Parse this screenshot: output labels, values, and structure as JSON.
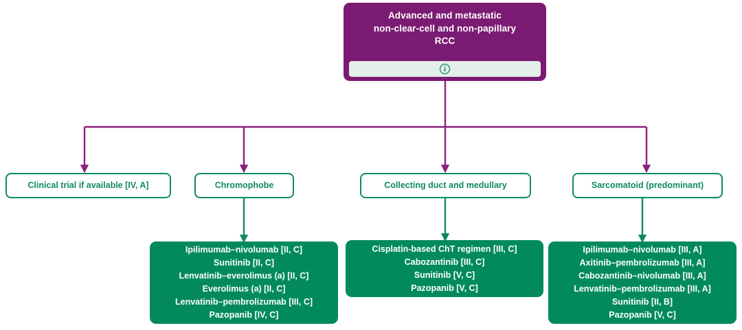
{
  "diagram": {
    "root": {
      "title": "Advanced and metastatic\nnon-clear-cell and non-papillary\nRCC",
      "info_icon": "info-circle-icon",
      "fill_color": "#7b1b73",
      "text_color": "#ffffff",
      "info_bar_color": "#e4efea"
    },
    "connector_color": "#8c2080",
    "branch_color": "#0f8a5f",
    "categories": [
      {
        "label": "Clinical trial if available [IV, A]"
      },
      {
        "label": "Chromophobe"
      },
      {
        "label": "Collecting duct and medullary"
      },
      {
        "label": "Sarcomatoid (predominant)"
      }
    ],
    "treatments": [
      {
        "for": "Chromophobe",
        "lines": [
          "Ipilimumab–nivolumab [II, C]",
          "Sunitinib [II, C]",
          "Lenvatinib–everolimus (a) [II, C]",
          "Everolimus (a) [II, C]",
          "Lenvatinib–pembrolizumab [III, C]",
          "Pazopanib [IV, C]"
        ]
      },
      {
        "for": "Collecting duct and medullary",
        "lines": [
          "Cisplatin-based ChT regimen [III, C]",
          "Cabozantinib [III, C]",
          "Sunitinib [V, C]",
          "Pazopanib [V, C]"
        ]
      },
      {
        "for": "Sarcomatoid (predominant)",
        "lines": [
          "Ipilimumab–nivolumab [III, A]",
          "Axitinib–pembrolizumab [III, A]",
          "Cabozantinib–nivolumab [III, A]",
          "Lenvatinib–pembrolizumab [III, A]",
          "Sunitinib [II, B]",
          "Pazopanib [V, C]"
        ]
      }
    ]
  }
}
